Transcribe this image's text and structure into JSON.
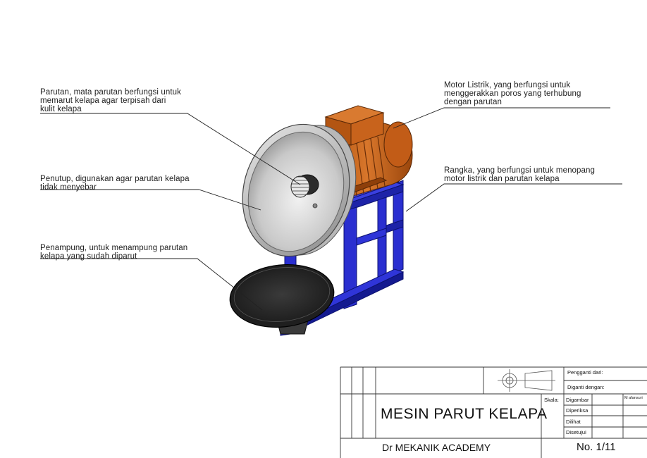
{
  "labels": {
    "parutan": "Parutan, mata parutan berfungsi untuk\nmemarut kelapa agar terpisah dari\nkulit kelapa",
    "penutup": "Penutup, digunakan agar parutan kelapa\ntidak menyebar",
    "penampung": "Penampung, untuk menampung parutan\nkelapa yang sudah diparut",
    "motor": "Motor Listrik, yang berfungsi untuk\nmenggerakkan poros yang terhubung\ndengan parutan",
    "rangka": "Rangka, yang berfungsi untuk menopang\nmotor listrik dan parutan kelapa"
  },
  "title_block": {
    "pengganti": "Pengganti dari:",
    "diganti": "Diganti dengan:",
    "skala": "Skala:",
    "digambar": "Digambar",
    "digambar_name": "M afansuri",
    "diperiksa": "Diperiksa",
    "dilihat": "Dilihat",
    "disetujui": "Disetujui",
    "title": "MESIN PARUT KELAPA",
    "company": "Dr MEKANIK ACADEMY",
    "number": "No. 1/11"
  },
  "colors": {
    "frame": "#2a2fd0",
    "frame_dark": "#121a8a",
    "motor": "#c8631c",
    "motor_dark": "#7a3608",
    "cover": "#d4d4d4",
    "tray": "#2b2b2b"
  }
}
